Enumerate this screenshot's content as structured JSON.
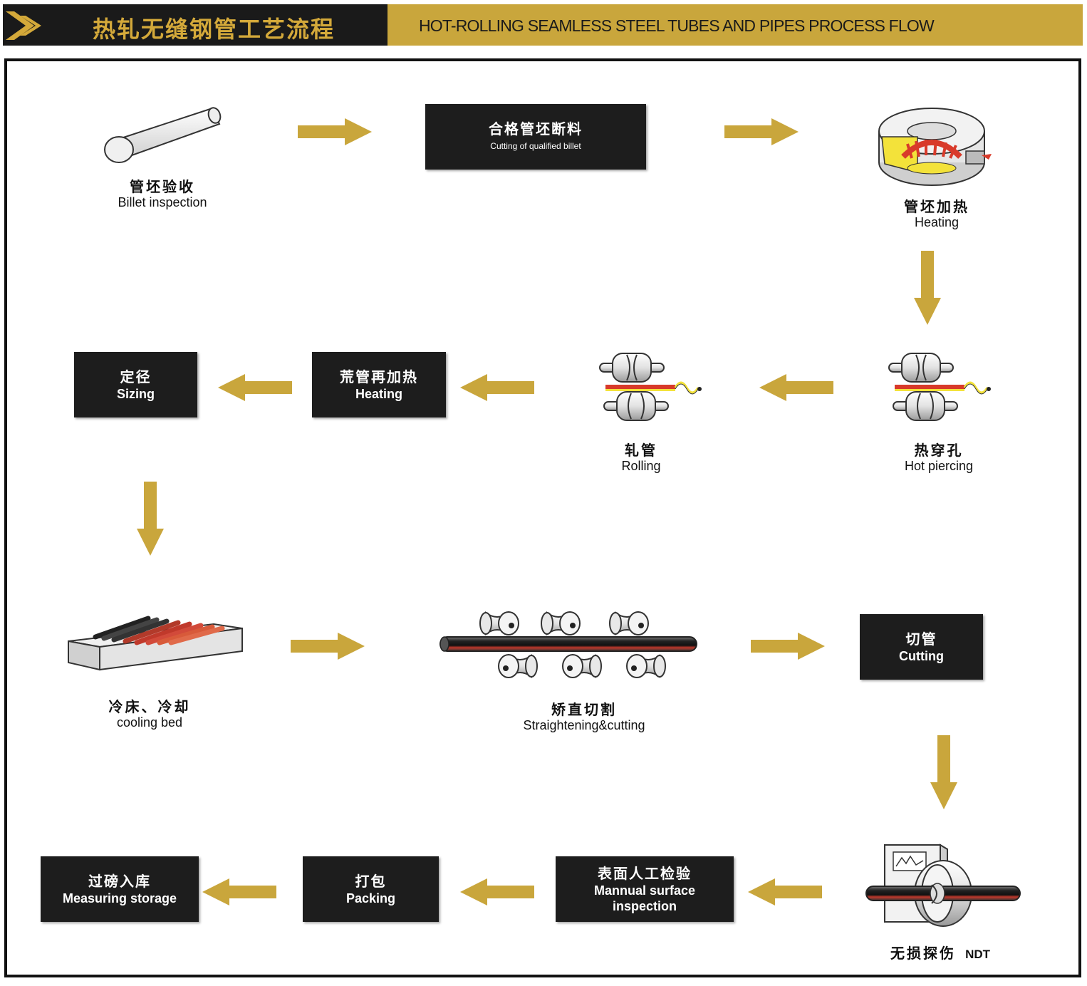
{
  "header": {
    "title_zh": "热轧无缝钢管工艺流程",
    "title_en": "HOT-ROLLING SEAMLESS STEEL TUBES AND PIPES PROCESS FLOW"
  },
  "colors": {
    "gold": "#c9a63c",
    "dark": "#1d1d1d",
    "frame": "#111111"
  },
  "steps": {
    "billet_inspection": {
      "zh": "管坯验收",
      "en": "Billet  inspection"
    },
    "cutting_billet": {
      "zh": "合格管坯断料",
      "en": "Cutting of qualified billet"
    },
    "heating": {
      "zh": "管坯加热",
      "en": "Heating"
    },
    "hot_piercing": {
      "zh": "热穿孔",
      "en": "Hot piercing"
    },
    "rolling": {
      "zh": "轧管",
      "en": "Rolling"
    },
    "reheating": {
      "zh": "荒管再加热",
      "en": "Heating"
    },
    "sizing": {
      "zh": "定径",
      "en": "Sizing"
    },
    "cooling_bed": {
      "zh": "冷床、冷却",
      "en": "cooling bed"
    },
    "straightening": {
      "zh": "矫直切割",
      "en": "Straightening&cutting"
    },
    "cutting": {
      "zh": "切管",
      "en": "Cutting"
    },
    "ndt": {
      "zh": "无损探伤",
      "en": "NDT"
    },
    "manual_inspection": {
      "zh": "表面人工检验",
      "en": "Mannual surface inspection"
    },
    "packing": {
      "zh": "打包",
      "en": "Packing"
    },
    "measuring_storage": {
      "zh": "过磅入库",
      "en": "Measuring storage"
    }
  }
}
